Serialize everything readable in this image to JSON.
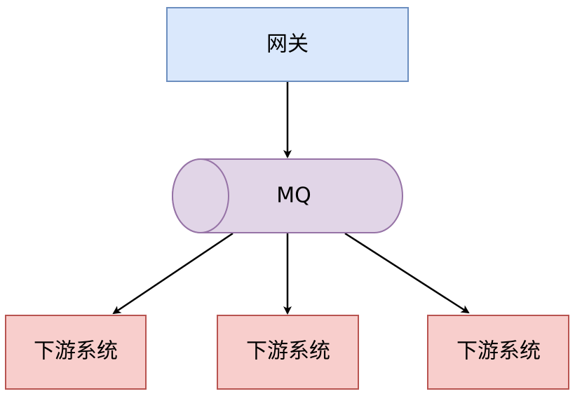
{
  "diagram": {
    "gateway": {
      "label": "网关",
      "fill": "#dae8fc",
      "stroke": "#6c8ebf"
    },
    "queue": {
      "label": "MQ",
      "fill": "#e1d5e7",
      "stroke": "#9673a6"
    },
    "downstream": [
      {
        "label": "下游系统"
      },
      {
        "label": "下游系统"
      },
      {
        "label": "下游系统"
      }
    ],
    "downstream_style": {
      "fill": "#f8cecc",
      "stroke": "#b85450"
    },
    "edges": [
      {
        "from": "网关",
        "to": "MQ"
      },
      {
        "from": "MQ",
        "to": "下游系统"
      },
      {
        "from": "MQ",
        "to": "下游系统"
      },
      {
        "from": "MQ",
        "to": "下游系统"
      }
    ]
  }
}
